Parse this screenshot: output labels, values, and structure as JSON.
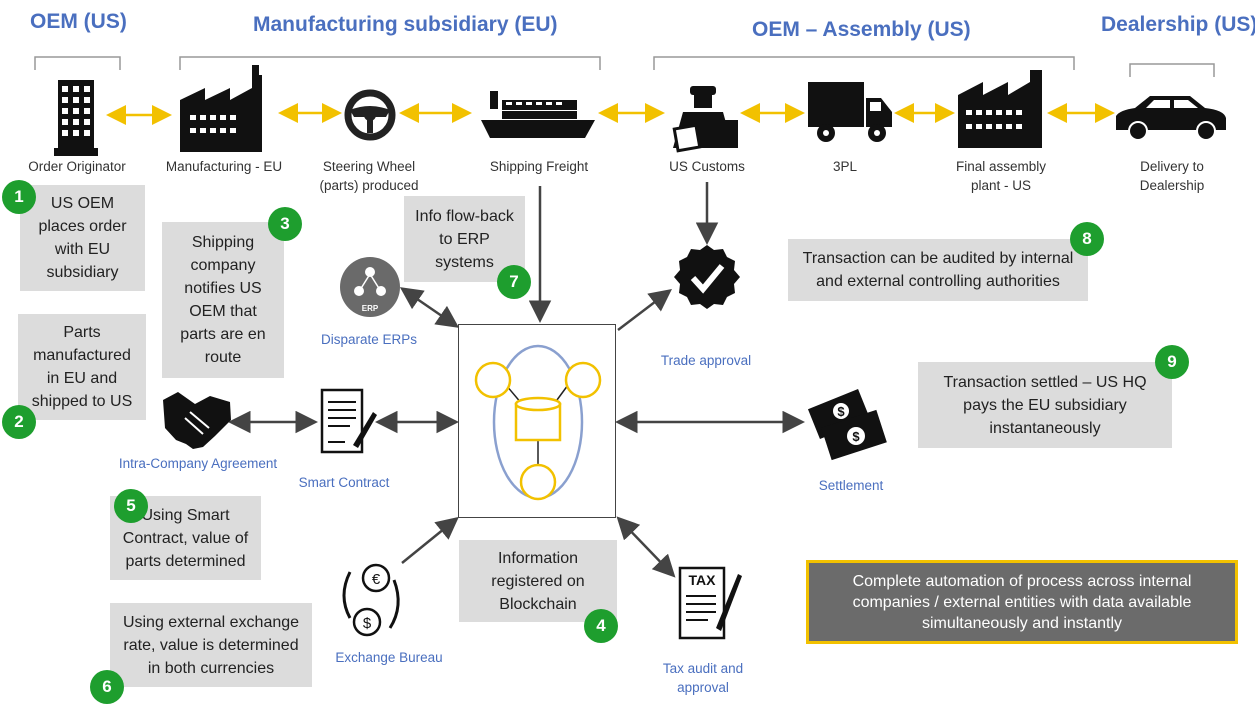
{
  "headers": {
    "oem_us": "OEM (US)",
    "mfg_eu": "Manufacturing subsidiary (EU)",
    "oem_assembly": "OEM – Assembly  (US)",
    "dealership": "Dealership (US)"
  },
  "flow": {
    "order_originator": "Order Originator",
    "manufacturing_eu": "Manufacturing - EU",
    "steering_wheel": "Steering Wheel\n(parts) produced",
    "shipping_freight": "Shipping Freight",
    "us_customs": "US Customs",
    "three_pl": "3PL",
    "final_assembly": "Final assembly\nplant - US",
    "delivery": "Delivery to\nDealership"
  },
  "nodes": {
    "disparate_erps": "Disparate ERPs",
    "erp_badge": "ERP",
    "trade_approval": "Trade approval",
    "intra_company": "Intra-Company Agreement",
    "smart_contract": "Smart Contract",
    "settlement": "Settlement",
    "exchange_bureau": "Exchange Bureau",
    "tax_audit": "Tax audit and\napproval",
    "tax_label": "TAX"
  },
  "notes": {
    "n1": "US OEM\nplaces order\nwith EU\nsubsidiary",
    "n2": "Parts\nmanufactured\nin EU and\nshipped to US",
    "n3": "Shipping\ncompany\nnotifies US\nOEM that\nparts are en\nroute",
    "n4": "Information\nregistered on\nBlockchain",
    "n5": "Using Smart\nContract, value of\nparts determined",
    "n6": "Using external exchange\nrate, value is determined\nin both currencies",
    "n7": "Info flow-back\nto ERP\nsystems",
    "n8": "Transaction can be audited by internal\nand external controlling authorities",
    "n9": "Transaction settled – US HQ\npays the EU subsidiary\ninstantaneously"
  },
  "badges": {
    "b1": "1",
    "b2": "2",
    "b3": "3",
    "b4": "4",
    "b5": "5",
    "b6": "6",
    "b7": "7",
    "b8": "8",
    "b9": "9"
  },
  "callout": "Complete automation of process across internal\ncompanies / external entities with data available\nsimultaneously  and instantly",
  "colors": {
    "accent_blue": "#4a6fbf",
    "arrow_yellow": "#f2c100",
    "badge_green": "#1e9e2e",
    "note_grey": "#dcdcdc",
    "callout_grey": "#6b6b6b"
  }
}
